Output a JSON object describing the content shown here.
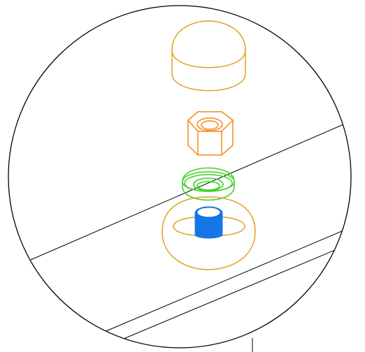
{
  "diagram": {
    "view": "exploded-fastener-detail",
    "parts": [
      {
        "id": "cap",
        "icon": "dome-cap-icon",
        "color": "#E0A21A"
      },
      {
        "id": "nut",
        "icon": "hex-nut-icon",
        "color": "#F08A1C"
      },
      {
        "id": "washer",
        "icon": "washer-icon",
        "color": "#43D12A"
      },
      {
        "id": "bolt",
        "icon": "bolt-stud-icon",
        "color": "#1577E6"
      },
      {
        "id": "base",
        "icon": "dome-socket-icon",
        "color": "#E0A21A"
      }
    ],
    "outline_color": "#000000",
    "background_color": "#FFFFFF"
  }
}
